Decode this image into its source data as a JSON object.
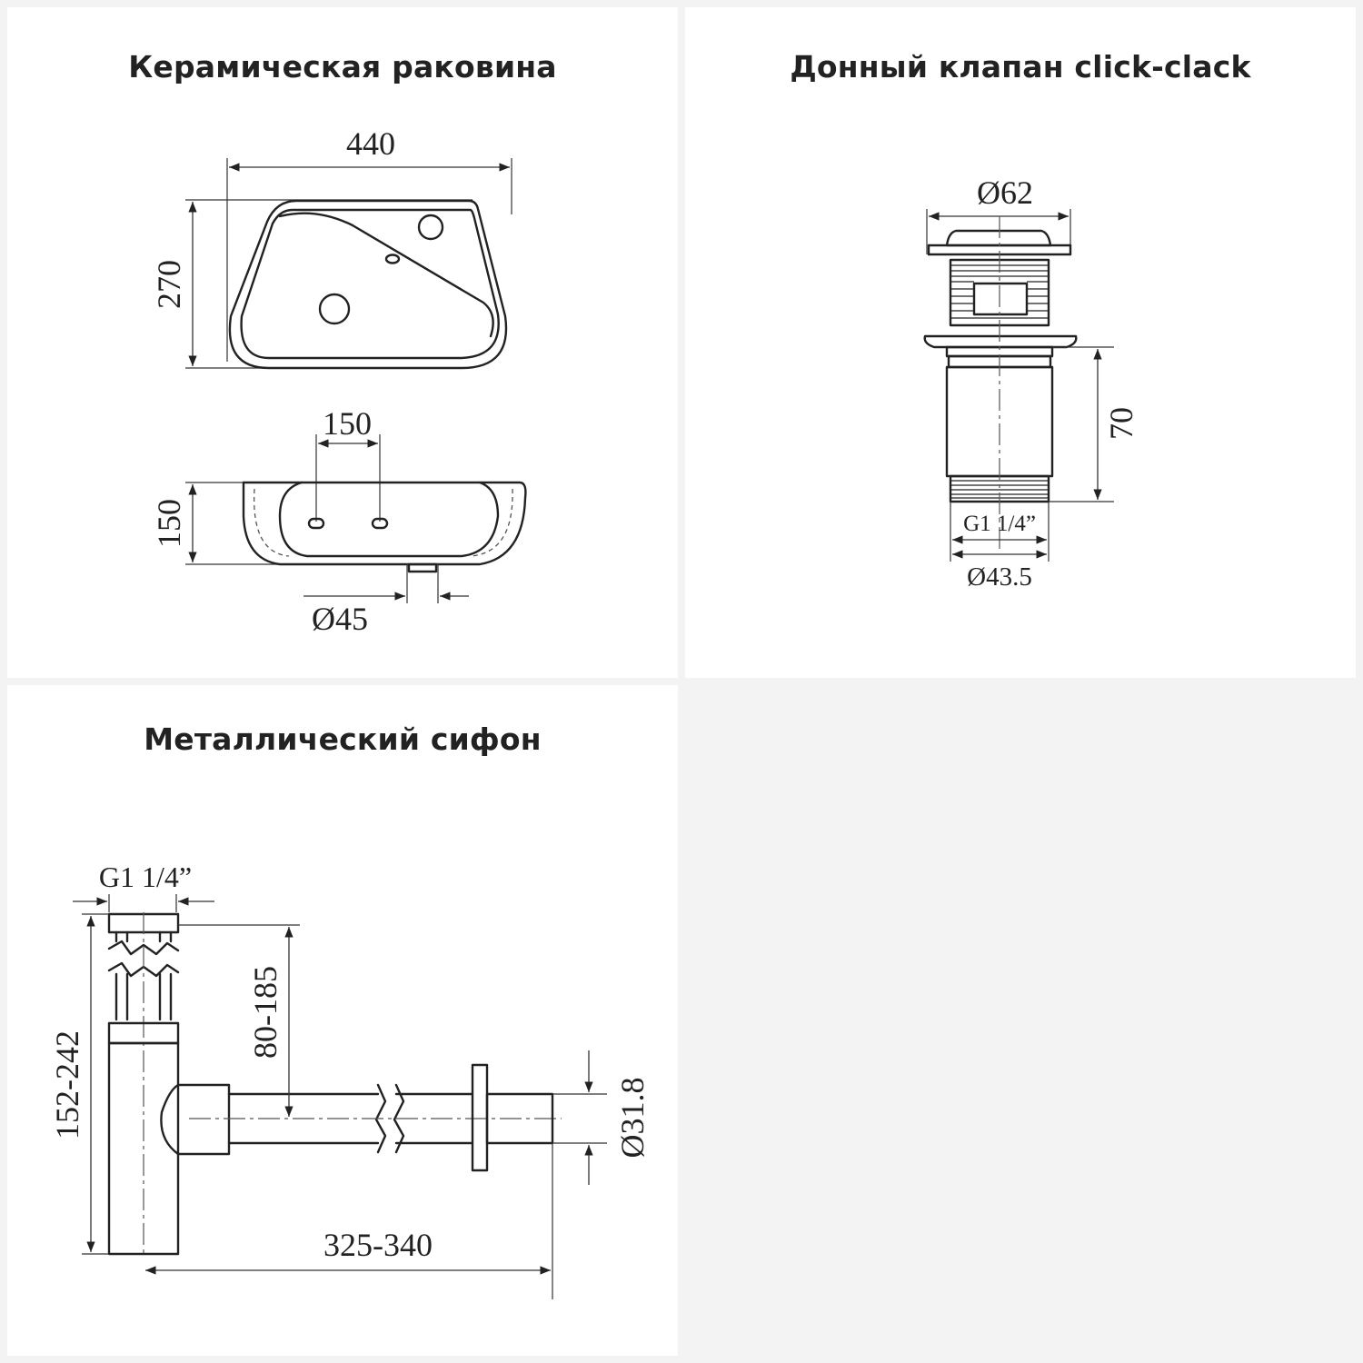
{
  "panels": {
    "sink": {
      "title": "Керамическая раковина",
      "dims": {
        "width": "440",
        "depth": "270",
        "holes_spacing": "150",
        "height": "150",
        "drain_diameter": "Ø45"
      }
    },
    "valve": {
      "title": "Донный клапан click-clack",
      "dims": {
        "cap_diameter": "Ø62",
        "body_length": "70",
        "thread": "G1 1/4”",
        "outlet_diameter": "Ø43.5"
      }
    },
    "siphon": {
      "title": "Металлический сифон",
      "dims": {
        "thread": "G1 1/4”",
        "adjust_height": "80-185",
        "total_height": "152-242",
        "outlet_diameter": "Ø31.8",
        "length": "325-340"
      }
    }
  },
  "colors": {
    "background": "#f3f3f3",
    "panel": "#ffffff",
    "line": "#222222"
  }
}
